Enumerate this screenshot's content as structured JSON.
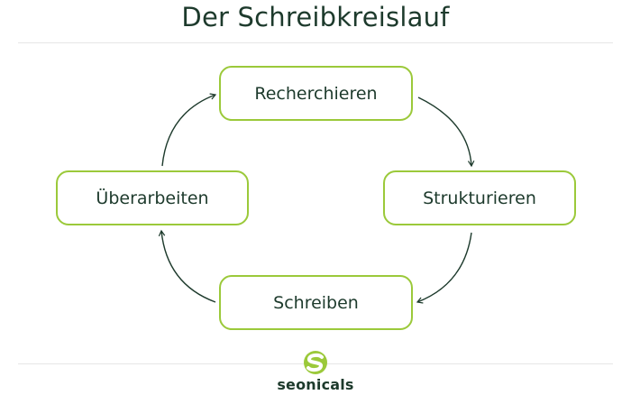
{
  "title": "Der Schreibkreislauf",
  "nodes": {
    "recherchieren": "Recherchieren",
    "strukturieren": "Strukturieren",
    "schreiben": "Schreiben",
    "ueberarbeiten": "Überarbeiten"
  },
  "logo": {
    "text": "seonicals",
    "mark_icon": "s-logo-icon"
  },
  "colors": {
    "title": "#1d3a2c",
    "node_border": "#9bc93a",
    "node_text": "#1d3a2c",
    "arrow": "#1d3a2c",
    "logo_green": "#9bc93a",
    "logo_text": "#1d3a2c"
  }
}
